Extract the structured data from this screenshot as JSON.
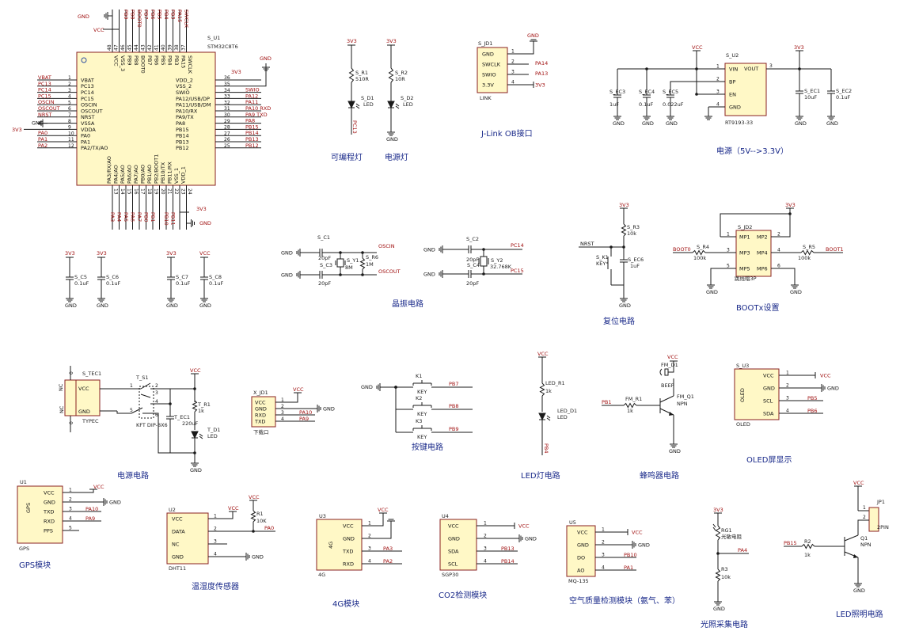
{
  "colors": {
    "wire": "#1a1a1a",
    "net": "#a01010",
    "box_fill": "#fff8c6",
    "box_stroke": "#8a2020",
    "title": "#1a2a8a"
  },
  "mcu": {
    "ref": "S_U1",
    "part": "STM32C8T6",
    "left": [
      [
        "VBAT",
        "1"
      ],
      [
        "PC13",
        "2"
      ],
      [
        "PC14",
        "3"
      ],
      [
        "PC15",
        "4"
      ],
      [
        "OSCIN",
        "5"
      ],
      [
        "OSCOUT",
        "6"
      ],
      [
        "NRST",
        "7"
      ],
      [
        "VSSA",
        "8"
      ],
      [
        "VDDA",
        "9"
      ],
      [
        "PA0",
        "10"
      ],
      [
        "PA1",
        "11"
      ],
      [
        "PA2/AO",
        "12"
      ]
    ],
    "left_extra": "PA2/TX/AO",
    "left_nets": [
      "VBAT",
      "PC13",
      "PC14",
      "PC15",
      "OSCIN",
      "OSCOUT",
      "NRST",
      "GND",
      "3V3",
      "PA0",
      "PA1",
      "PA2"
    ],
    "right": [
      [
        "VDD_2",
        "36"
      ],
      [
        "VSS_2",
        "35"
      ],
      [
        "SWIO",
        "34"
      ],
      [
        "PA12/USB/DP",
        "33"
      ],
      [
        "PA11/USB/DM",
        "32"
      ],
      [
        "PA10/RX",
        "31"
      ],
      [
        "PA9/TX",
        "30"
      ],
      [
        "PA8",
        "29"
      ],
      [
        "PB15",
        "28"
      ],
      [
        "PB14",
        "27"
      ],
      [
        "PB13",
        "26"
      ],
      [
        "PB12",
        "25"
      ]
    ],
    "right_nets": [
      "3V3",
      "GND",
      "SWIO",
      "PA12",
      "PA11",
      "PA10_RXD",
      "PA9_TXD",
      "PA8",
      "PB15",
      "PB14",
      "PB13",
      "PB12"
    ],
    "top": [
      [
        "VCC",
        "48"
      ],
      [
        "VSS_3",
        "47"
      ],
      [
        "PB9",
        "46"
      ],
      [
        "PB8",
        "45"
      ],
      [
        "BOOT0",
        "44"
      ],
      [
        "PB7",
        "43"
      ],
      [
        "PB6",
        "42"
      ],
      [
        "PB5",
        "41"
      ],
      [
        "PB4",
        "40"
      ],
      [
        "PB3",
        "39"
      ],
      [
        "PA15",
        "38"
      ],
      [
        "SWCLK",
        "37"
      ]
    ],
    "top_nets": [
      "GND",
      "VCC",
      "PB9",
      "PB8",
      "BOOT0",
      "PB7",
      "PB6",
      "PB5",
      "PB4",
      "PB3",
      "PA15",
      "SWCLK"
    ],
    "bottom": [
      [
        "PA3/RX/AO",
        "13"
      ],
      [
        "PA4/AO",
        "14"
      ],
      [
        "PA5/AO",
        "15"
      ],
      [
        "PA6/AO",
        "16"
      ],
      [
        "PA7/AO",
        "17"
      ],
      [
        "PB0/AO",
        "18"
      ],
      [
        "PB1/AO",
        "19"
      ],
      [
        "PB2/BOOT1",
        "20"
      ],
      [
        "PB10/TX",
        "21"
      ],
      [
        "PB11/RX",
        "22"
      ],
      [
        "VSS_1",
        "23"
      ],
      [
        "VDD_1",
        "24"
      ]
    ],
    "bottom_nets": [
      "PA3",
      "PA4",
      "PA5",
      "PA6",
      "PA7",
      "PB0",
      "PB1",
      "PB10",
      "PB11",
      "3V3",
      "GND"
    ]
  },
  "decaps": [
    {
      "ref": "S_C5",
      "val": "0.1uF",
      "top": "3V3"
    },
    {
      "ref": "S_C6",
      "val": "0.1uF",
      "top": "3V3"
    },
    {
      "ref": "S_C7",
      "val": "0.1uF",
      "top": "3V3"
    },
    {
      "ref": "S_C8",
      "val": "0.1uF",
      "top": "VCC"
    }
  ],
  "leds": {
    "title1": "可编程灯",
    "title2": "电源灯",
    "r1": "S_R1",
    "r1v": "510R",
    "d1": "S_D1",
    "d1v": "LED",
    "net1": "PC13",
    "r2": "S_R2",
    "r2v": "10R",
    "d2": "S_D2",
    "d2v": "LED",
    "top": "3V3",
    "gnd": "GND"
  },
  "jlink": {
    "ref": "S_JD1",
    "part": "LINK",
    "title": "J-Link OB接口",
    "pins": [
      [
        "GND",
        "1"
      ],
      [
        "SWCLK",
        "2"
      ],
      [
        "SWIO",
        "3"
      ],
      [
        "3.3V",
        "4"
      ]
    ],
    "nets": [
      "GND",
      "PA14",
      "PA13",
      "3V3"
    ]
  },
  "power": {
    "title": "电源（5V-->3.3V）",
    "ref": "S_U2",
    "part": "RT9193-33",
    "pins_l": [
      [
        "VIN",
        "1"
      ],
      [
        "BP",
        "2"
      ],
      [
        "EN",
        "3"
      ],
      [
        "GND",
        "4"
      ]
    ],
    "pin_r": [
      "VOUT",
      "3"
    ],
    "caps": [
      [
        "S_EC3",
        "1uF"
      ],
      [
        "S_EC4",
        "0.1uF"
      ],
      [
        "S_EC5",
        "0.022uF"
      ],
      [
        "S_EC1",
        "10uF"
      ],
      [
        "S_EC2",
        "0.1uF"
      ]
    ],
    "vin": "VCC",
    "vout": "3V3",
    "gnd": "GND"
  },
  "crystal": {
    "title": "晶振电路",
    "c1": "S_C1",
    "c1v": "20pF",
    "c3": "S_C3",
    "c3v": "20pF",
    "y1": "S_Y1",
    "y1v": "8M",
    "r6": "S_R6",
    "r6v": "1M",
    "n1": "OSCIN",
    "n2": "OSCOUT",
    "c2": "S_C2",
    "c2v": "20pF",
    "c4": "S_C4",
    "c4v": "20pF",
    "y2": "S_Y2",
    "y2v": "32.768K",
    "n3": "PC14",
    "n4": "PC15",
    "gnd": "GND"
  },
  "reset": {
    "title": "复位电路",
    "top": "3V3",
    "r": "S_R3",
    "rv": "10k",
    "net": "NRST",
    "k": "S_K1",
    "kv": "KEY",
    "c": "S_EC6",
    "cv": "1uF",
    "gnd": "GND"
  },
  "boot": {
    "title": "BOOTx设置",
    "top": "3V3",
    "ref": "S_JD2",
    "part": "跳线帽3P",
    "pins": [
      [
        "MP1",
        "1"
      ],
      [
        "MP2",
        "2"
      ],
      [
        "MP3",
        "3"
      ],
      [
        "MP4",
        "4"
      ],
      [
        "MP5",
        "5"
      ],
      [
        "MP6",
        "6"
      ]
    ],
    "r4": "S_R4",
    "r4v": "100k",
    "r5": "S_R5",
    "r5v": "100k",
    "n1": "BOOT0",
    "n2": "BOOT1",
    "gnd": "GND"
  },
  "psu": {
    "title": "电源电路",
    "ref": "S_TEC1",
    "part": "TYPEC",
    "pins": [
      "VCC",
      "GND"
    ],
    "nc": [
      "NC",
      "NC"
    ],
    "nc_num": [
      "0",
      "0"
    ],
    "sw": "T_S1",
    "swv": "KFT DIP-8X6",
    "sw_nums": [
      "1",
      "2",
      "3",
      "4",
      "5",
      "6"
    ],
    "r": "T_R1",
    "rv": "1k",
    "c": "T_EC1",
    "cv": "220uF",
    "d": "T_D1",
    "dv": "LED",
    "vcc": "VCC",
    "gnd": "GND"
  },
  "download": {
    "title": "下载口",
    "ref": "X_JD1",
    "pins": [
      [
        "VCC",
        "1"
      ],
      [
        "GND",
        "2"
      ],
      [
        "RXD",
        "3"
      ],
      [
        "TXD",
        "4"
      ]
    ],
    "nets": [
      "VCC",
      "GND",
      "PA10",
      "PA9"
    ]
  },
  "keys": {
    "title": "按键电路",
    "gnd": "GND",
    "items": [
      [
        "K1",
        "KEY",
        "PB7"
      ],
      [
        "K2",
        "KEY",
        "PB8"
      ],
      [
        "K3",
        "KEY",
        "PB9"
      ]
    ]
  },
  "led": {
    "title": "LED灯电路",
    "vcc": "VCC",
    "r": "LED_R1",
    "rv": "1k",
    "d": "LED_D1",
    "dv": "LED",
    "net": "PB4"
  },
  "buzzer": {
    "title": "蜂鸣器电路",
    "vcc": "VCC",
    "ref": "FM_D1",
    "refv": "BEEP",
    "r": "FM_R1",
    "rv": "1k",
    "q": "FM_Q1",
    "qv": "NPN",
    "net": "PB1",
    "gnd": "GND"
  },
  "oled": {
    "title": "OLED屏显示",
    "ref": "S_U3",
    "part": "OLED",
    "name": "OLED",
    "pins": [
      [
        "VCC",
        "1"
      ],
      [
        "GND",
        "2"
      ],
      [
        "SCL",
        "3"
      ],
      [
        "SDA",
        "4"
      ]
    ],
    "nets": [
      "VCC",
      "GND",
      "PB5",
      "PB6"
    ]
  },
  "gps": {
    "title": "GPS模块",
    "ref": "U1",
    "part": "GPS",
    "name": "GPS",
    "pins": [
      [
        "VCC",
        "1"
      ],
      [
        "GND",
        "2"
      ],
      [
        "TXD",
        "3"
      ],
      [
        "RXD",
        "4"
      ],
      [
        "PPS",
        "5"
      ]
    ],
    "nets": [
      "VCC",
      "GND",
      "PA10",
      "PA9",
      ""
    ]
  },
  "dht": {
    "title": "温湿度传感器",
    "ref": "U2",
    "part": "DHT11",
    "pins": [
      [
        "VCC",
        "1"
      ],
      [
        "DATA",
        "2"
      ],
      [
        "NC",
        "3"
      ],
      [
        "GND",
        "4"
      ]
    ],
    "r": "R1",
    "rv": "10K",
    "vcc": "VCC",
    "net": "PA0",
    "gnd": "GND"
  },
  "g4": {
    "title": "4G模块",
    "ref": "U3",
    "part": "4G",
    "name": "4G",
    "pins": [
      [
        "VCC",
        "1"
      ],
      [
        "GND",
        "2"
      ],
      [
        "TXD",
        "3"
      ],
      [
        "RXD",
        "4"
      ]
    ],
    "nets": [
      "VCC",
      "GND",
      "PA3",
      "PA2"
    ]
  },
  "co2": {
    "title": "CO2检测模块",
    "ref": "U4",
    "part": "SGP30",
    "pins": [
      [
        "VCC",
        "1"
      ],
      [
        "GND",
        "2"
      ],
      [
        "SDA",
        "3"
      ],
      [
        "SCL",
        "4"
      ]
    ],
    "nets": [
      "VCC",
      "GND",
      "PB13",
      "PB14"
    ]
  },
  "mq": {
    "title": "空气质量检测模块（氨气、苯）",
    "ref": "U5",
    "part": "MQ-135",
    "pins": [
      [
        "VCC",
        "1"
      ],
      [
        "GND",
        "2"
      ],
      [
        "DO",
        "3"
      ],
      [
        "AO",
        "4"
      ]
    ],
    "nets": [
      "VCC",
      "GND",
      "PB10",
      "PA1"
    ]
  },
  "light": {
    "title": "光照采集电路",
    "top": "3V3",
    "rg": "RG1",
    "rgv": "光敏电阻",
    "r": "R3",
    "rv": "10k",
    "net": "PA4",
    "gnd": "GND"
  },
  "lamp": {
    "title": "LED照明电路",
    "vcc": "VCC",
    "jp": "JP1",
    "jpv": "2PIN",
    "jp_nums": [
      "1",
      "2"
    ],
    "q": "Q1",
    "qv": "NPN",
    "r": "R2",
    "rv": "1k",
    "net": "PB15",
    "gnd": "GND"
  }
}
